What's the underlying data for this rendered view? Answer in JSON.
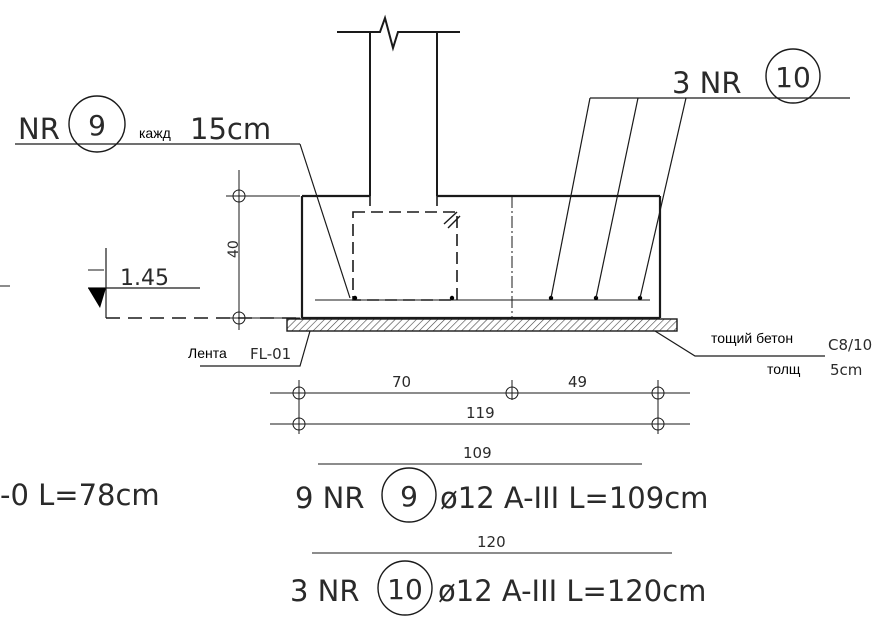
{
  "labels": {
    "rebar10_top": "3  NR",
    "rebar10_num": "10",
    "rebar9_top": "NR",
    "rebar9_num": "9",
    "rebar9_each": "кажд",
    "rebar9_spacing": "15cm",
    "elevation": "1.45",
    "height_dim": "40",
    "strip_label": "Лента",
    "strip_code": "FL-01",
    "lean_concrete": "тощий бетон",
    "lean_grade": "C8/10",
    "thickness_label": "толщ",
    "thickness_value": "5cm",
    "dim_70": "70",
    "dim_49": "49",
    "dim_119": "119",
    "dim_109": "109",
    "dim_120": "120",
    "left_partial": "-0  L=78cm",
    "bar9_count": "9  NR",
    "bar9_num": "9",
    "bar9_spec": "ø12  A-III  L=109cm",
    "bar10_count": "3  NR",
    "bar10_num": "10",
    "bar10_spec": "ø12  A-III  L=120cm"
  }
}
